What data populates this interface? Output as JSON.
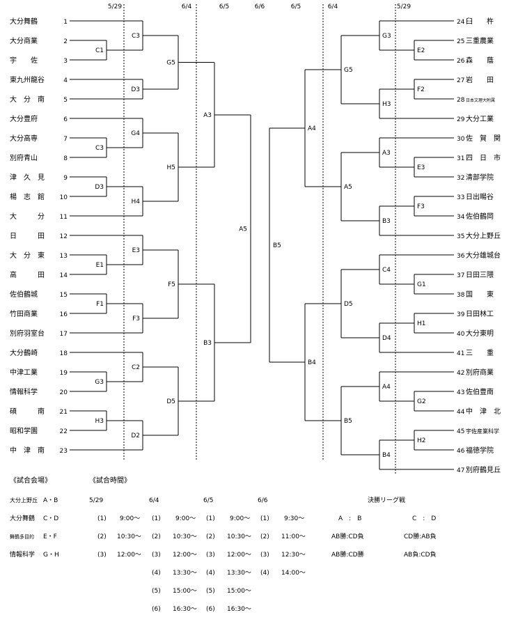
{
  "dates": {
    "left_r1": "5/29",
    "left_r2": "6/4",
    "left_r3": "6/5",
    "final": "6/6",
    "right_r3": "6/5",
    "right_r2": "6/4",
    "right_r1": "5/29"
  },
  "left_teams": [
    {
      "name": "大分舞鶴",
      "num": "1"
    },
    {
      "name": "大分商業",
      "num": "2"
    },
    {
      "name": "宇　　佐",
      "num": "3"
    },
    {
      "name": "東九州龍谷",
      "num": "4"
    },
    {
      "name": "大　分　南",
      "num": "5"
    },
    {
      "name": "大分豊府",
      "num": "6"
    },
    {
      "name": "大分高専",
      "num": "7"
    },
    {
      "name": "別府青山",
      "num": "8"
    },
    {
      "name": "津　久　見",
      "num": "9"
    },
    {
      "name": "楊　志　館",
      "num": "10"
    },
    {
      "name": "大　　　分",
      "num": "11"
    },
    {
      "name": "日　　　田",
      "num": "12"
    },
    {
      "name": "大　分　東",
      "num": "13"
    },
    {
      "name": "高　　　田",
      "num": "14"
    },
    {
      "name": "佐伯鶴城",
      "num": "15"
    },
    {
      "name": "竹田商業",
      "num": "16"
    },
    {
      "name": "別府羽室台",
      "num": "17"
    },
    {
      "name": "大分鶴崎",
      "num": "18"
    },
    {
      "name": "中津工業",
      "num": "19"
    },
    {
      "name": "情報科学",
      "num": "20"
    },
    {
      "name": "碩　　　南",
      "num": "21"
    },
    {
      "name": "昭和学園",
      "num": "22"
    },
    {
      "name": "中　津　南",
      "num": "23"
    }
  ],
  "right_teams": [
    {
      "num": "24",
      "name": "臼　　杵"
    },
    {
      "num": "25",
      "name": "三重農業"
    },
    {
      "num": "26",
      "name": "森　　蔭"
    },
    {
      "num": "27",
      "name": "岩　　田"
    },
    {
      "num": "28",
      "name": "日本文理大附属"
    },
    {
      "num": "29",
      "name": "大分工業"
    },
    {
      "num": "30",
      "name": "佐　賀　関"
    },
    {
      "num": "31",
      "name": "四　日　市"
    },
    {
      "num": "32",
      "name": "清部学院"
    },
    {
      "num": "33",
      "name": "日出暘谷"
    },
    {
      "num": "34",
      "name": "佐伯鶴岡"
    },
    {
      "num": "35",
      "name": "大分上野丘"
    },
    {
      "num": "36",
      "name": "大分雄城台"
    },
    {
      "num": "37",
      "name": "日田三隈"
    },
    {
      "num": "38",
      "name": "国　　東"
    },
    {
      "num": "39",
      "name": "日田林工"
    },
    {
      "num": "40",
      "name": "大分東明"
    },
    {
      "num": "41",
      "name": "三　　重"
    },
    {
      "num": "42",
      "name": "別府商業"
    },
    {
      "num": "43",
      "name": "佐伯豊南"
    },
    {
      "num": "44",
      "name": "中　津　北"
    },
    {
      "num": "45",
      "name": "宇佐産業科学"
    },
    {
      "num": "46",
      "name": "福徳学院"
    },
    {
      "num": "47",
      "name": "別府鶴見丘"
    }
  ],
  "match_labels": {
    "c1": "C1",
    "c3": "C3",
    "d3": "D3",
    "e1": "E1",
    "f1": "F1",
    "g3": "G3",
    "h3": "H3",
    "c3b": "C3",
    "d3b": "D3",
    "g4": "G4",
    "h4": "H4",
    "e3": "E3",
    "f3": "F3",
    "c2": "C2",
    "d2": "D2",
    "g5l": "G5",
    "h5": "H5",
    "f5": "F5",
    "d5l": "D5",
    "a3": "A3",
    "b3": "B3",
    "a5": "A5",
    "b5": "B5",
    "a4": "A4",
    "b4": "B4",
    "g5r": "G5",
    "a5r": "A5",
    "d5r": "D5",
    "b5r": "B5",
    "g3r": "G3",
    "h3r": "H3",
    "a3r": "A3",
    "b3r": "B3",
    "c4": "C4",
    "d4": "D4",
    "a4r": "A4",
    "b4r": "B4",
    "e2": "E2",
    "f2": "F2",
    "e3r": "E3",
    "f3r": "F3",
    "g1": "G1",
    "h1": "H1",
    "g2": "G2",
    "h2": "H2"
  },
  "venues": {
    "title": "《試合会場》",
    "rows": [
      {
        "name": "大分上野丘",
        "courts": "A・B"
      },
      {
        "name": "大分舞鶴",
        "courts": "C・D"
      },
      {
        "name": "舞鶴多目的",
        "courts": "E・F"
      },
      {
        "name": "情報科学",
        "courts": "G・H"
      }
    ]
  },
  "times": {
    "title": "《試合時間》",
    "columns": [
      {
        "date": "5/29",
        "slots": [
          {
            "n": "(1)",
            "t": "9:00〜"
          },
          {
            "n": "(2)",
            "t": "10:30〜"
          },
          {
            "n": "(3)",
            "t": "12:00〜"
          }
        ]
      },
      {
        "date": "6/4",
        "slots": [
          {
            "n": "(1)",
            "t": "9:00〜"
          },
          {
            "n": "(2)",
            "t": "10:30〜"
          },
          {
            "n": "(3)",
            "t": "12:00〜"
          },
          {
            "n": "(4)",
            "t": "13:30〜"
          },
          {
            "n": "(5)",
            "t": "15:00〜"
          },
          {
            "n": "(6)",
            "t": "16:30〜"
          }
        ]
      },
      {
        "date": "6/5",
        "slots": [
          {
            "n": "(1)",
            "t": "9:00〜"
          },
          {
            "n": "(2)",
            "t": "10:30〜"
          },
          {
            "n": "(3)",
            "t": "12:00〜"
          },
          {
            "n": "(4)",
            "t": "13:30〜"
          },
          {
            "n": "(5)",
            "t": "15:00〜"
          },
          {
            "n": "(6)",
            "t": "16:30〜"
          }
        ]
      },
      {
        "date": "6/6",
        "slots": [
          {
            "n": "(1)",
            "t": "9:30〜"
          },
          {
            "n": "(2)",
            "t": "11:00〜"
          },
          {
            "n": "(3)",
            "t": "12:30〜"
          },
          {
            "n": "(4)",
            "t": "14:00〜"
          }
        ]
      }
    ]
  },
  "final_league": {
    "title": "決勝リーグ戦",
    "rows": [
      [
        "A　:　B",
        "C　:　D"
      ],
      [
        "AB勝:CD負",
        "CD勝:AB負"
      ],
      [
        "AB勝:CD勝",
        "AB負:CD負"
      ]
    ]
  }
}
